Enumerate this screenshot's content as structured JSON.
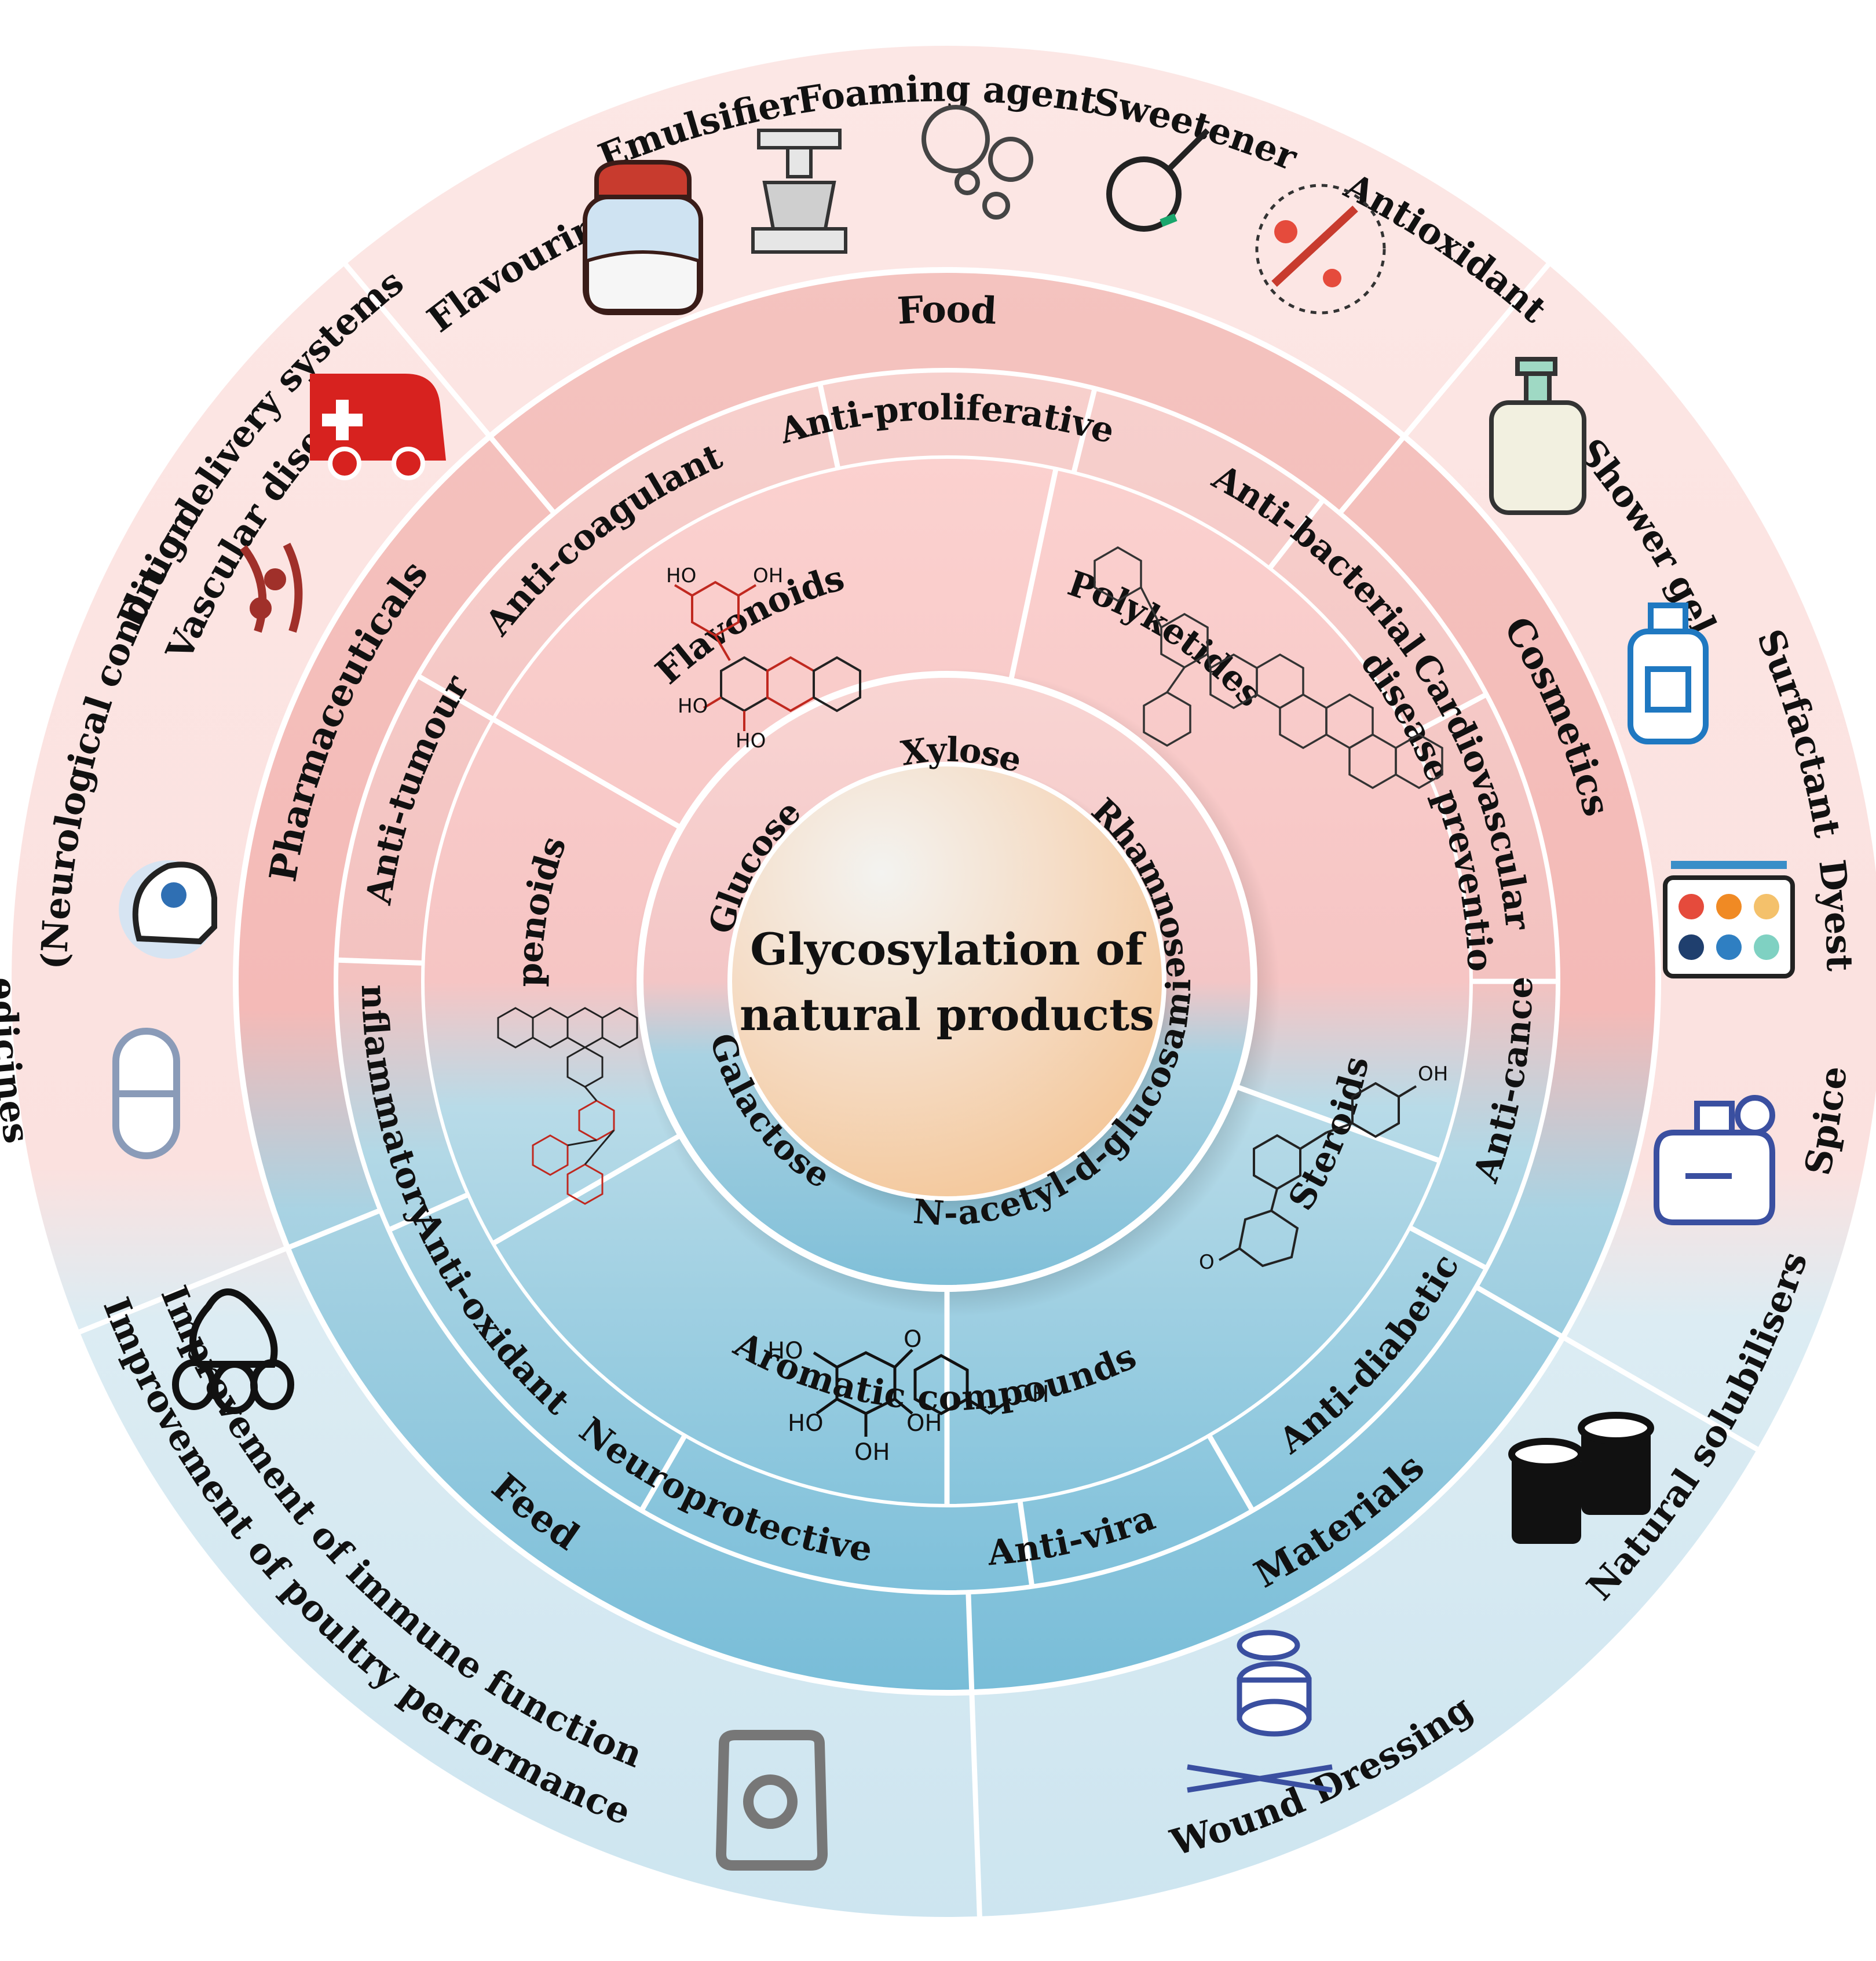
{
  "center": {
    "line1": "Glycosylation of",
    "line2": "natural products"
  },
  "colors": {
    "warm_outer": "#fbe3e1",
    "cool_outer": "#cfe6f0",
    "warm_ring": "#f3b9b6",
    "cool_ring": "#7fc0d9",
    "center_light": "#f4f4f0",
    "center_warm": "#f6c69a",
    "ambulance_red": "#d7221f",
    "palette_blue": "#2f6fb3",
    "vessel_red": "#a0302a"
  },
  "sugars": [
    "Xylose",
    "Rhamnose",
    "N-acetyl-d-glucosamine",
    "Galactose",
    "Glucose"
  ],
  "compound_classes": [
    "Flavonoids",
    "Polyketides",
    "Steroids",
    "Aromatic compounds",
    "Terpenoids"
  ],
  "activities": [
    "Anti-proliferative",
    "Anti-bacterial",
    "Cardiovascular",
    "disease prevention",
    "Anti-cancer",
    "Anti-diabetic",
    "Anti-vira",
    "Neuroprotective",
    "Anti-oxidant",
    "Anti-inflammatory",
    "Anti-tumour",
    "Anti-coagulant"
  ],
  "fields": [
    "Food",
    "Cosmetics",
    "Materials",
    "Feed",
    "Pharmaceuticals"
  ],
  "applications": {
    "food": [
      "Flavouring",
      "Emulsifier",
      "Foaming agent",
      "Sweetener",
      "Antioxidant"
    ],
    "cosmetics": [
      "Shower gel",
      "Surfactant",
      "Dyestuffs",
      "Spice"
    ],
    "materials": [
      "Natural solubilisers",
      "Wound Dressing"
    ],
    "feed": [
      "Improvement of immune function",
      "Improvement of poultry performance"
    ],
    "pharmaceuticals": [
      "Drug delivery systems",
      "Vascular disease",
      "(Neurological condition",
      "Medicines"
    ]
  },
  "chem_labels": [
    "HO",
    "OH",
    "OH",
    "OH",
    "HO",
    "HO",
    "O",
    "O"
  ],
  "icons": [
    "salt-shaker-icon",
    "mixer-icon",
    "bubbles-icon",
    "frying-pan-icon",
    "antioxidant-syringe-icon",
    "soap-bottle-icon",
    "lotion-bottle-icon",
    "paint-palette-icon",
    "perfume-bottle-icon",
    "oil-barrels-icon",
    "bandage-rolls-icon",
    "feed-sack-icon",
    "hen-eggs-icon",
    "capsule-icon",
    "brain-head-icon",
    "blood-vessel-icon",
    "ambulance-icon"
  ]
}
